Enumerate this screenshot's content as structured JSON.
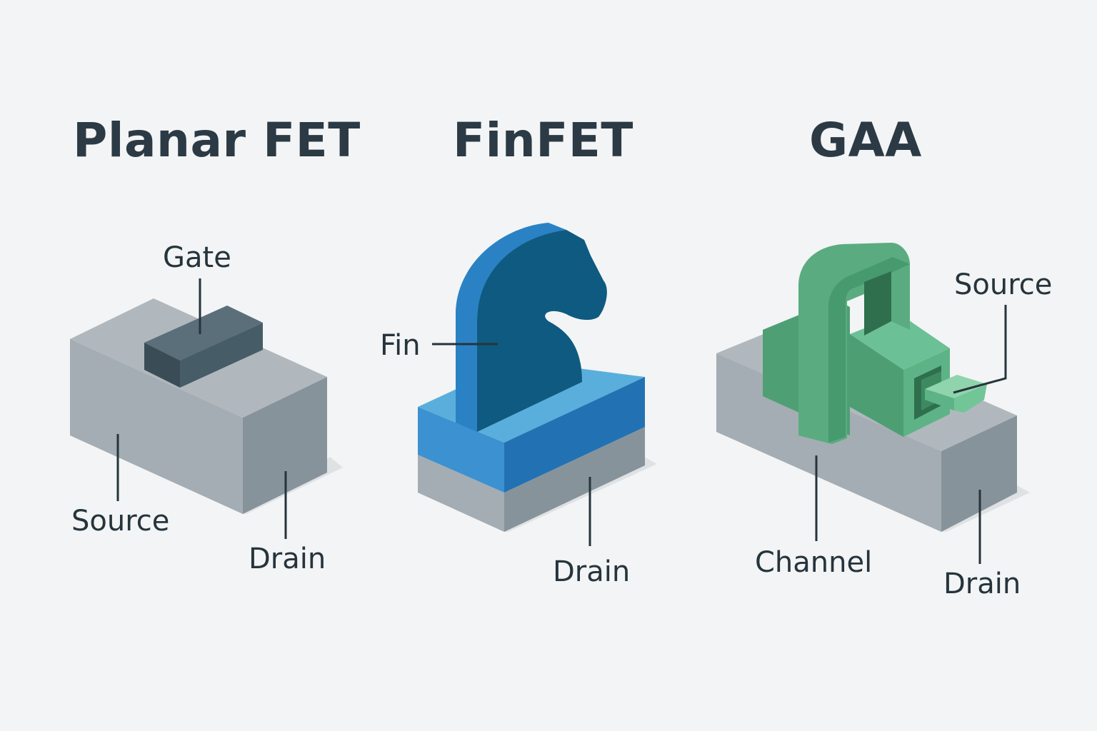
{
  "panels": [
    {
      "title": "Planar FET",
      "labels": {
        "gate": "Gate",
        "source": "Source",
        "drain": "Drain"
      }
    },
    {
      "title": "FinFET",
      "labels": {
        "fin": "Fin",
        "drain": "Drain"
      }
    },
    {
      "title": "GAA",
      "labels": {
        "source": "Source",
        "channel": "Channel",
        "drain": "Drain"
      }
    }
  ],
  "colors": {
    "background": "#f3f4f5",
    "substrate_front": "#a4adb3",
    "substrate_side": "#87939a",
    "planar_gate": "#3f5561",
    "fin_blue": "#1f6fa8",
    "fin_dark": "#0f5678",
    "gaa_green": "#4fa87a",
    "text": "#26343c"
  }
}
